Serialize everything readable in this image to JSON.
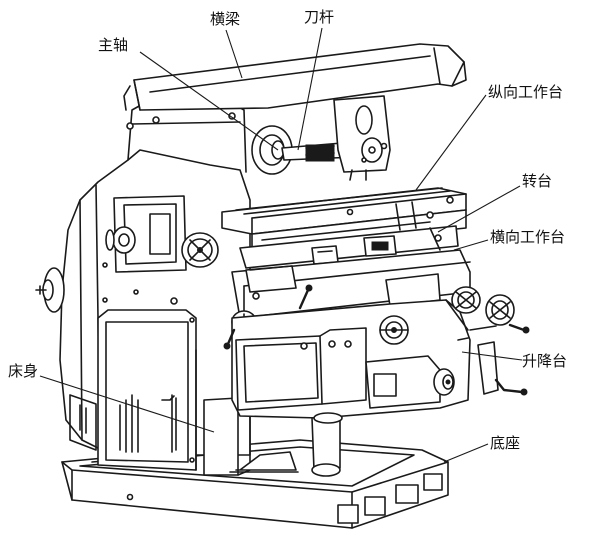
{
  "labels": {
    "crossbeam": "横梁",
    "cutter_arbor": "刀杆",
    "spindle": "主轴",
    "longitudinal_table": "纵向工作台",
    "swivel_table": "转台",
    "cross_table": "横向工作台",
    "knee": "升降台",
    "column": "床身",
    "base": "底座"
  }
}
